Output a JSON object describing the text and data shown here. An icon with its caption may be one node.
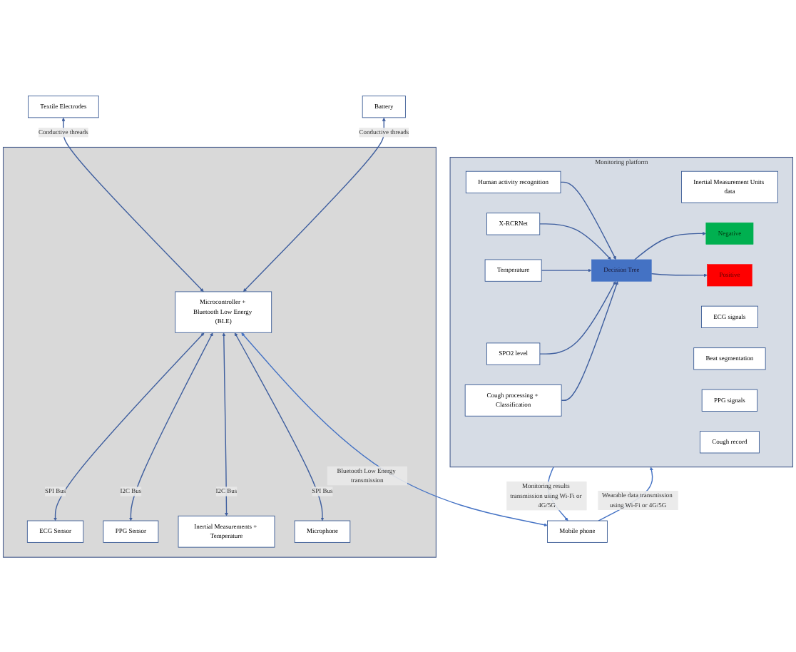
{
  "diagram": {
    "nodes": [
      {
        "text": [],
        "shape": "box"
      },
      {
        "text": [
          "Textile Electrodes"
        ]
      },
      {
        "text": [
          "Battery"
        ]
      },
      {
        "text": [
          "Microcontroller + Bluetooth Low Energy (BLE)"
        ],
        "in": 0
      },
      {
        "text": [
          "ECG Sensor"
        ],
        "in": 0
      },
      {
        "text": [
          "PPG Sensor"
        ],
        "in": 0
      },
      {
        "text": [
          "Inertial Measurements + Temperature"
        ],
        "in": 0
      },
      {
        "text": [
          "Microphone"
        ],
        "in": 0
      },
      {
        "text": [
          "Mobile phone"
        ]
      },
      {
        "text": [
          "Monitoring platform"
        ]
      },
      {
        "text": [
          "Inertial Measurement Units data"
        ],
        "in": 9
      },
      {
        "text": [
          "Human activity recognition"
        ],
        "in": 9
      },
      {
        "text": [
          "ECG signals"
        ],
        "in": 9
      },
      {
        "text": [
          "Beat segmentation"
        ],
        "in": 9
      },
      {
        "text": [
          "X-RCRNet"
        ],
        "in": 9
      },
      {
        "text": [
          "Temperature"
        ],
        "in": 9
      },
      {
        "text": [
          "PPG signals"
        ],
        "in": 9
      },
      {
        "text": [
          "SPO2 level"
        ],
        "in": 9
      },
      {
        "text": [
          "Cough record"
        ],
        "in": 9
      },
      {
        "text": [
          "Cough processing + Classification"
        ],
        "in": 9
      },
      {
        "text": [
          "Decision Tree"
        ],
        "in": 9
      },
      {
        "text": [
          "Negative"
        ],
        "in": 9
      },
      {
        "text": [
          "Positive"
        ],
        "in": 9
      }
    ],
    "edges": [
      {
        "from": 1,
        "to": 3,
        "arrow": "both",
        "label": "Conductive threads"
      },
      {
        "from": 2,
        "to": 3,
        "arrow": "both",
        "label": "Conductive threads"
      },
      {
        "from": 3,
        "to": 4,
        "arrow": "both",
        "label": "SPI Bus"
      },
      {
        "from": 3,
        "to": 5,
        "arrow": "both",
        "label": "I2C Bus"
      },
      {
        "from": 3,
        "to": 6,
        "arrow": "both",
        "label": "I2C Bus"
      },
      {
        "from": 3,
        "to": 7,
        "arrow": "both",
        "label": "SPI Bus"
      },
      {
        "from": 3,
        "to": 8,
        "arrow": "both",
        "label": "Bluetooth Low Energy transmission",
        "color": "#4472c4"
      },
      {
        "from": 8,
        "to": 9,
        "arrow": "to",
        "label": "Wearable data transmission using Wi-Fi or 4G/5G",
        "color": "#4472c4"
      },
      {
        "from": 9,
        "to": 8,
        "arrow": "to",
        "label": "Monitoring results transmission using Wi-Fi or 4G/5G",
        "color": "#4472c4"
      },
      {
        "from": 11,
        "to": 20,
        "arrow": "to"
      },
      {
        "from": 14,
        "to": 20,
        "arrow": "to"
      },
      {
        "from": 15,
        "to": 20,
        "arrow": "to"
      },
      {
        "from": 17,
        "to": 20,
        "arrow": "to"
      },
      {
        "from": 19,
        "to": 20,
        "arrow": "to"
      },
      {
        "from": 20,
        "to": 21,
        "arrow": "to"
      },
      {
        "from": 20,
        "to": 22,
        "arrow": "to"
      }
    ]
  }
}
